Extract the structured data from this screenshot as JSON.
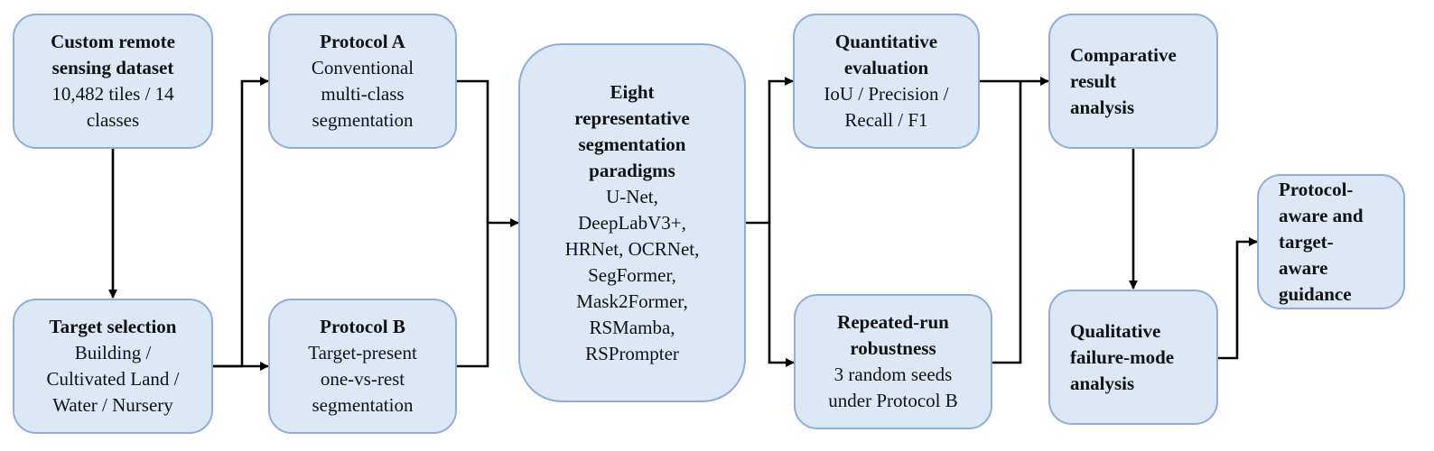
{
  "nodes": {
    "dataset": {
      "title": "Custom remote\nsensing dataset",
      "desc": "10,482 tiles / 14\nclasses"
    },
    "target": {
      "title": "Target selection",
      "desc": "Building /\nCultivated Land /\nWater / Nursery"
    },
    "protocol_a": {
      "title": "Protocol A",
      "desc": "Conventional\nmulti-class\nsegmentation"
    },
    "protocol_b": {
      "title": "Protocol B",
      "desc": "Target-present\none-vs-rest\nsegmentation"
    },
    "paradigms": {
      "title": "Eight\nrepresentative\nsegmentation\nparadigms",
      "desc": "U-Net,\nDeepLabV3+,\nHRNet, OCRNet,\nSegFormer,\nMask2Former,\nRSMamba,\nRSPrompter"
    },
    "quantitative": {
      "title": "Quantitative\nevaluation",
      "desc": "IoU / Precision /\nRecall / F1"
    },
    "robustness": {
      "title": "Repeated-run\nrobustness",
      "desc": "3 random seeds\nunder Protocol B"
    },
    "comparative": {
      "title": "Comparative\nresult\nanalysis"
    },
    "qualitative": {
      "title": "Qualitative\nfailure-mode\nanalysis"
    },
    "guidance": {
      "title": "Protocol-\naware and\ntarget-\naware\nguidance"
    }
  },
  "colors": {
    "box_fill": "#dde8f7",
    "box_border": "#8fadd9",
    "arrow": "#000000"
  }
}
